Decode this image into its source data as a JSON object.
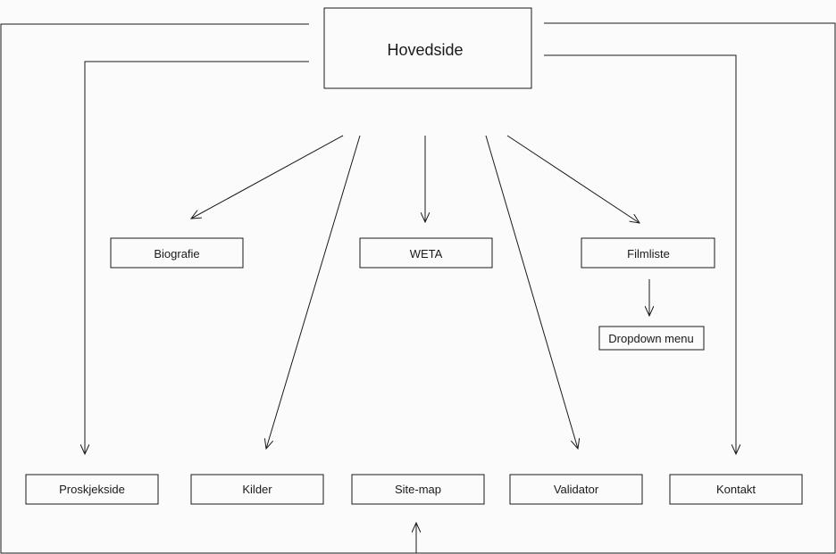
{
  "diagram": {
    "root": "Hovedside",
    "middle": [
      "Biografie",
      "WETA",
      "Filmliste"
    ],
    "sub": "Dropdown menu",
    "bottom": [
      "Proskjekside",
      "Kilder",
      "Site-map",
      "Validator",
      "Kontakt"
    ]
  }
}
